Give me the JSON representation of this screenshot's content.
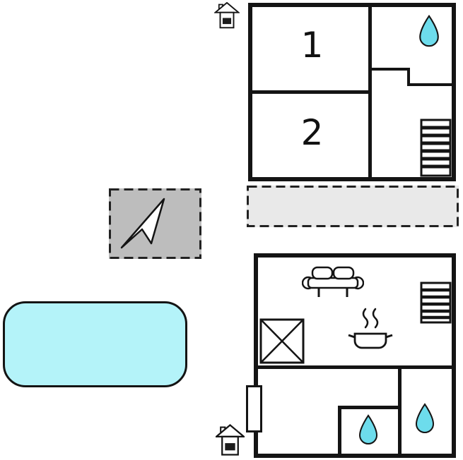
{
  "colors": {
    "wall": "#141414",
    "drop_fill": "#6ddcec",
    "pool_fill": "#b4f3f9",
    "terrace_fill": "#e9e9e9",
    "compass_fill": "#bdbdbd",
    "house_band": "#1c1c1c"
  },
  "upper_floor": {
    "rooms": [
      {
        "label": "1"
      },
      {
        "label": "2"
      }
    ]
  },
  "icons": {
    "entrance_top": "house-entrance-icon",
    "entrance_bottom": "house-entrance-icon",
    "north_arrow": "north-arrow-icon",
    "bathroom": "water-drop-icon",
    "stairs": "stairs-icon",
    "sofa": "sofa-icon",
    "stove": "steaming-pot-icon",
    "table": "crossed-square-table-icon",
    "door": "entrance-door",
    "pool": "swimming-pool",
    "terrace": "terrace-area"
  }
}
